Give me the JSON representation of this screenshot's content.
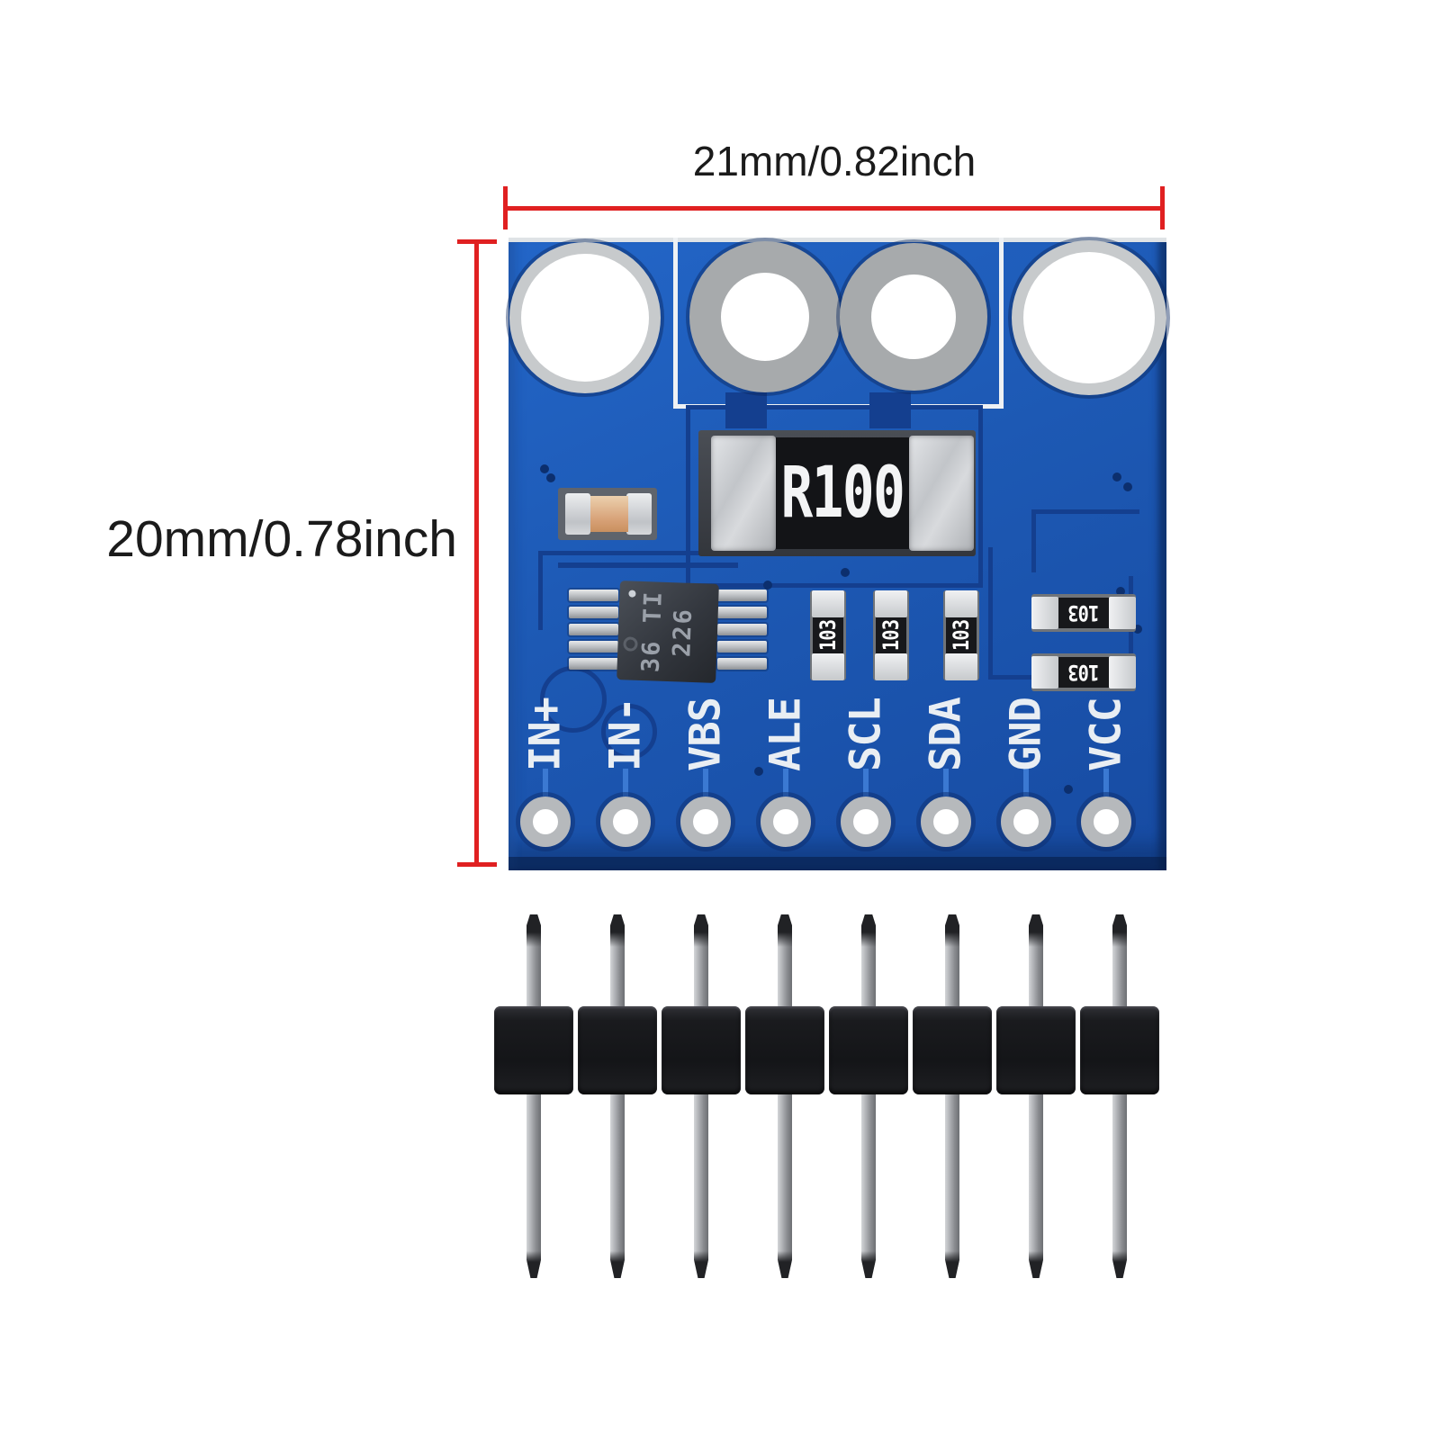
{
  "annotations": {
    "width_label": "21mm/0.82inch",
    "height_label": "20mm/0.78inch"
  },
  "board": {
    "shunt_label": "R100",
    "ic_line1": "36 TI",
    "ic_line2": "226",
    "smd_code": "103",
    "pins": [
      "IN+",
      "IN-",
      "VBS",
      "ALE",
      "SCL",
      "SDA",
      "GND",
      "VCC"
    ],
    "top_hole_count": 4,
    "pin_hole_count": 8
  },
  "header": {
    "pin_count": 8
  },
  "colors": {
    "dim_red": "#e02021",
    "board_blue": "#1d59b4",
    "trace_blue": "#143f8f",
    "silk_white": "#eef1f4",
    "header_black": "#17181b",
    "pin_metal": "#a9abaf"
  }
}
